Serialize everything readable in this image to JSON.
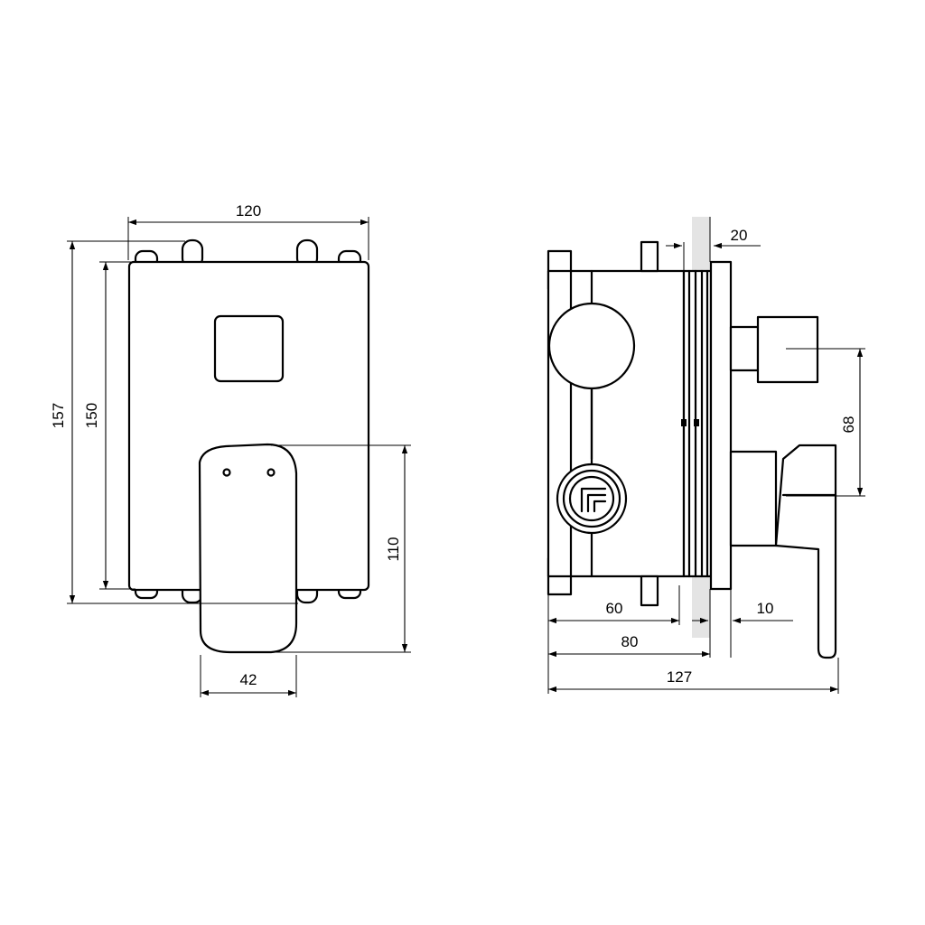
{
  "front_view": {
    "dimensions": {
      "width_total": "120",
      "height_outer": "157",
      "height_inner": "150",
      "handle_reach": "110",
      "handle_width": "42"
    }
  },
  "side_view": {
    "dimensions": {
      "wall_thickness": "20",
      "spout_offset": "68",
      "body_depth": "60",
      "plate_gap": "10",
      "box_depth": "80",
      "total_depth": "127"
    }
  }
}
